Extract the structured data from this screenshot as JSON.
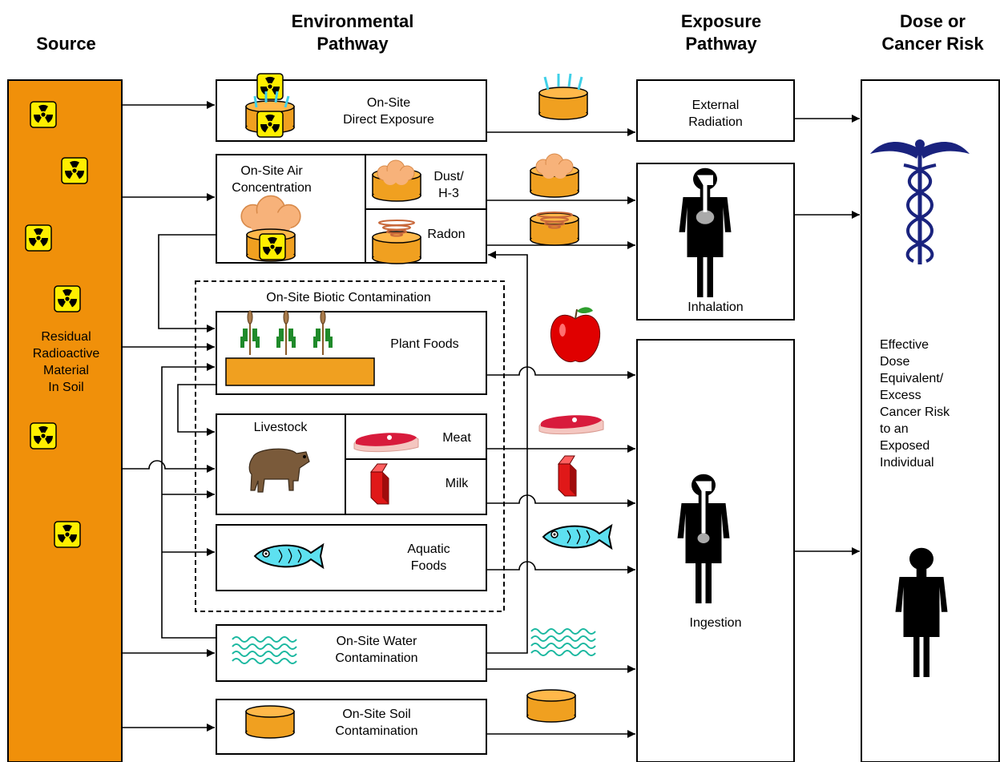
{
  "headers": {
    "source": "Source",
    "environmental": "Environmental\nPathway",
    "exposure": "Exposure\nPathway",
    "dose": "Dose or\nCancer Risk"
  },
  "source_label": "Residual\nRadioactive\nMaterial\nIn Soil",
  "environmental": {
    "direct_exposure": "On-Site\nDirect Exposure",
    "air_concentration": "On-Site Air\nConcentration",
    "dust": "Dust/\nH-3",
    "radon": "Radon",
    "biotic_group": "On-Site Biotic Contamination",
    "plant_foods": "Plant Foods",
    "livestock": "Livestock",
    "meat": "Meat",
    "milk": "Milk",
    "aquatic_foods": "Aquatic\nFoods",
    "water": "On-Site Water\nContamination",
    "soil": "On-Site Soil\nContamination"
  },
  "exposure": {
    "external": "External\nRadiation",
    "inhalation": "Inhalation",
    "ingestion": "Ingestion"
  },
  "dose_label": "Effective\nDose\nEquivalent/\nExcess\nCancer Risk\nto an\nExposed\nIndividual",
  "colors": {
    "source_fill": "#f0900a",
    "barrel": "#f0a020",
    "radiation_yellow": "#ffee00",
    "caduceus": "#1a237e",
    "fish": "#5de0f0",
    "wheat": "#1f8a2a",
    "apple": "#e00000",
    "meat": "#d81b3c"
  }
}
